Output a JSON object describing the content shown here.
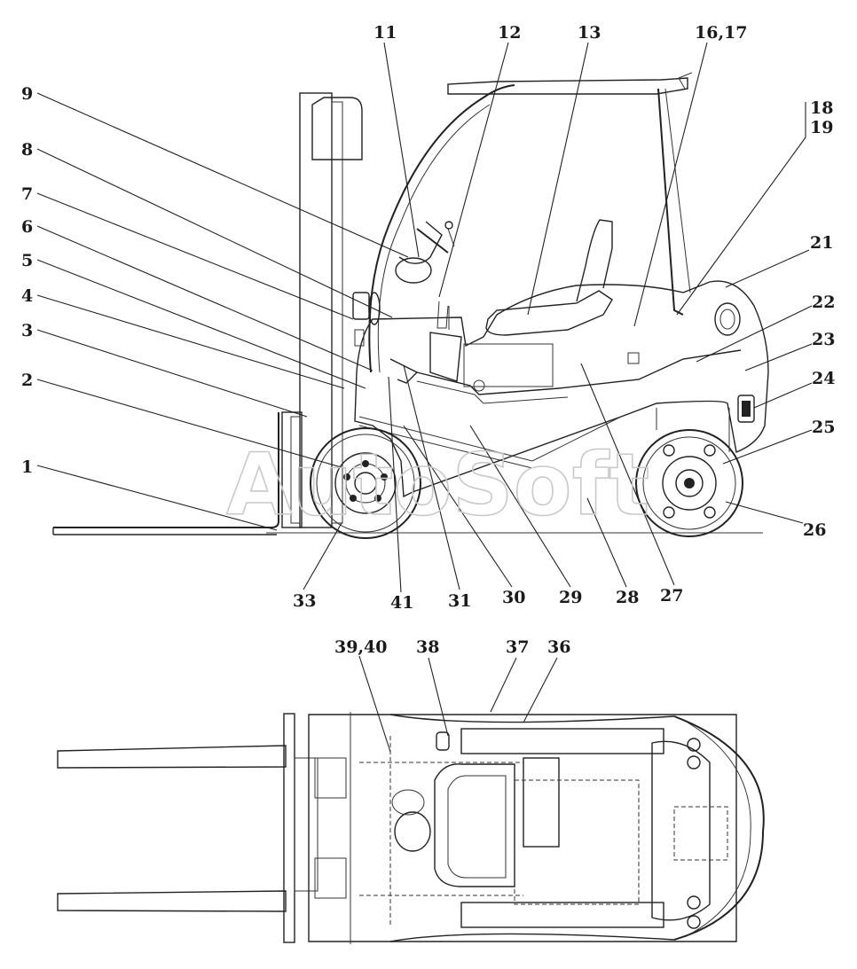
{
  "watermark": "AutoSoft",
  "side_view_labels": {
    "c1": "1",
    "c2": "2",
    "c3": "3",
    "c4": "4",
    "c5": "5",
    "c6": "6",
    "c7": "7",
    "c8": "8",
    "c9": "9",
    "c11": "11",
    "c12": "12",
    "c13": "13",
    "c16_17": "16,17",
    "c18": "18",
    "c19": "19",
    "c21": "21",
    "c22": "22",
    "c23": "23",
    "c24": "24",
    "c25": "25",
    "c26": "26",
    "c27": "27",
    "c28": "28",
    "c29": "29",
    "c30": "30",
    "c31": "31",
    "c33": "33",
    "c41": "41"
  },
  "top_view_labels": {
    "c36": "36",
    "c37": "37",
    "c38": "38",
    "c39_40": "39,40"
  }
}
